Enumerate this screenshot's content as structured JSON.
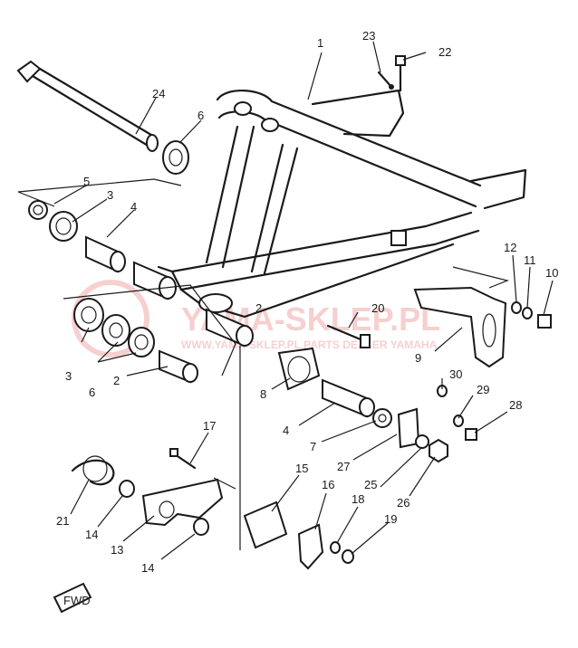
{
  "watermark": {
    "brand": "YAMA-SKLEP.PL",
    "tagline": "WWW.YAMA-SKLEP.PL PARTS DEALER YAMAHA",
    "color": "#e87878"
  },
  "fwd_label": "FWD",
  "callouts": [
    "1",
    "2",
    "3",
    "4",
    "5",
    "6",
    "7",
    "8",
    "9",
    "10",
    "11",
    "12",
    "13",
    "14",
    "15",
    "16",
    "17",
    "18",
    "19",
    "20",
    "21",
    "22",
    "23",
    "24",
    "25",
    "26",
    "27",
    "28",
    "29",
    "30"
  ],
  "labels": {
    "l1": "1",
    "l2a": "2",
    "l2b": "2",
    "l3a": "3",
    "l3b": "3",
    "l4a": "4",
    "l4b": "4",
    "l5": "5",
    "l6a": "6",
    "l6b": "6",
    "l7": "7",
    "l8": "8",
    "l9": "9",
    "l10": "10",
    "l11": "11",
    "l12": "12",
    "l13": "13",
    "l14a": "14",
    "l14b": "14",
    "l15": "15",
    "l16": "16",
    "l17": "17",
    "l18": "18",
    "l19": "19",
    "l20": "20",
    "l21": "21",
    "l22": "22",
    "l23": "23",
    "l24": "24",
    "l25": "25",
    "l26": "26",
    "l27": "27",
    "l28": "28",
    "l29": "29",
    "l30": "30"
  }
}
